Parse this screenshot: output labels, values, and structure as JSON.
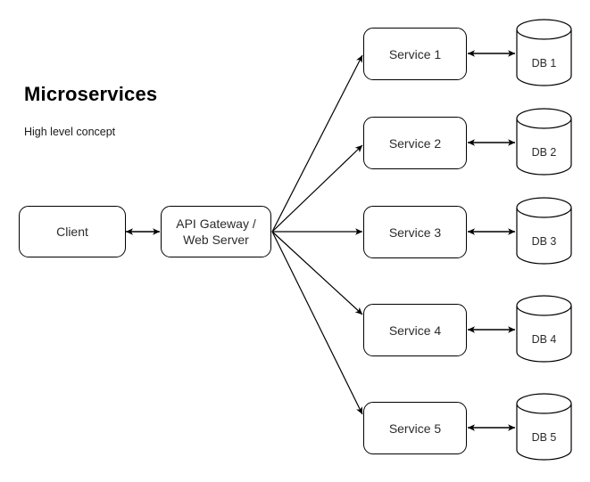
{
  "diagram": {
    "title": "Microservices",
    "subtitle": "High level concept",
    "type": "architecture-flowchart",
    "background_color": "#ffffff",
    "stroke_color": "#000000",
    "text_color": "#2b2b2b",
    "client": {
      "label": "Client"
    },
    "gateway": {
      "label_line1": "API Gateway /",
      "label_line2": "Web Server"
    },
    "services": [
      {
        "label": "Service 1",
        "db": "DB 1"
      },
      {
        "label": "Service 2",
        "db": "DB 2"
      },
      {
        "label": "Service 3",
        "db": "DB 3"
      },
      {
        "label": "Service 4",
        "db": "DB 4"
      },
      {
        "label": "Service 5",
        "db": "DB 5"
      }
    ],
    "connections": {
      "client_gateway": "bidirectional",
      "gateway_services": "unidirectional-fanout",
      "service_db": "bidirectional"
    }
  }
}
